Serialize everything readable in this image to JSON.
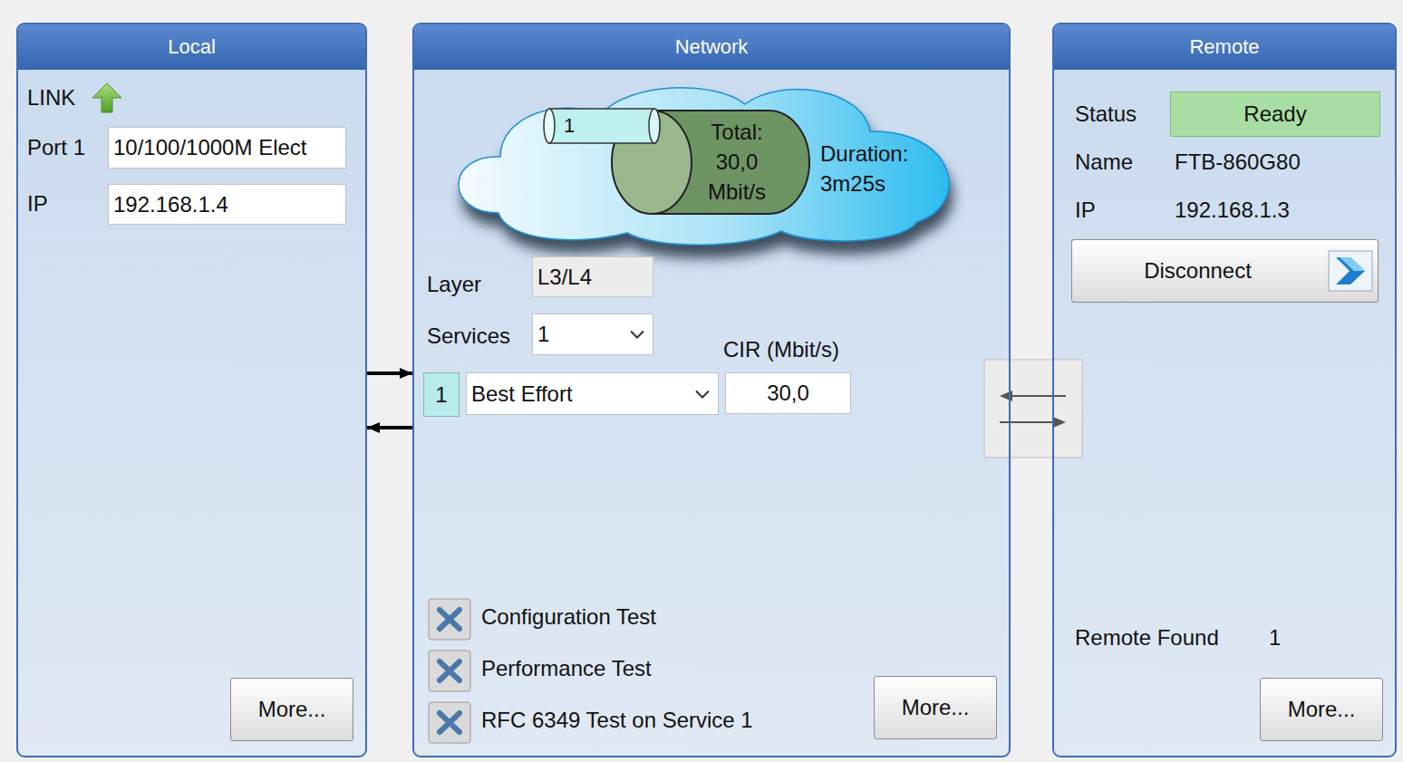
{
  "diagram": {
    "nodes": [
      {
        "text": [
          "Local"
        ]
      },
      {
        "text": [
          "10/100/1000M Elect"
        ],
        "in": 0
      },
      {
        "text": [
          "192.168.1.4"
        ],
        "in": 0
      },
      {
        "text": [
          "More..."
        ],
        "in": 0
      },
      {
        "text": [
          "Network"
        ]
      },
      {
        "text": [
          "Duration: 3m25s"
        ],
        "in": 4
      },
      {
        "text": [
          "Total: 30,0 Mbit/s"
        ],
        "in": 5
      },
      {
        "text": [
          "1"
        ],
        "in": 5
      },
      {
        "text": [
          "L3/L4"
        ],
        "in": 4
      },
      {
        "text": [
          "1"
        ],
        "in": 4
      },
      {
        "text": [
          "1"
        ],
        "in": 4
      },
      {
        "text": [
          "Best Effort"
        ],
        "in": 4
      },
      {
        "text": [
          "30,0"
        ],
        "in": 4
      },
      {
        "text": [
          "More..."
        ],
        "in": 4
      },
      {
        "text": [
          "Remote"
        ]
      },
      {
        "text": [
          "Ready"
        ],
        "in": 14
      },
      {
        "text": [
          "Disconnect"
        ],
        "in": 14
      },
      {
        "text": [
          "More..."
        ],
        "in": 14
      }
    ],
    "edges": [
      {
        "from": 0,
        "to": 4,
        "arrow": "to"
      },
      {
        "from": 4,
        "to": 0,
        "arrow": "to"
      }
    ],
    "labels": [
      "LINK",
      "Port 1",
      "IP",
      "Layer",
      "Services",
      "CIR (Mbit/s)",
      "Configuration Test",
      "Performance Test",
      "RFC 6349 Test on Service 1",
      "Status",
      "Name",
      "FTB-860G80",
      "IP",
      "192.168.1.3",
      "Remote Found",
      "1"
    ]
  }
}
